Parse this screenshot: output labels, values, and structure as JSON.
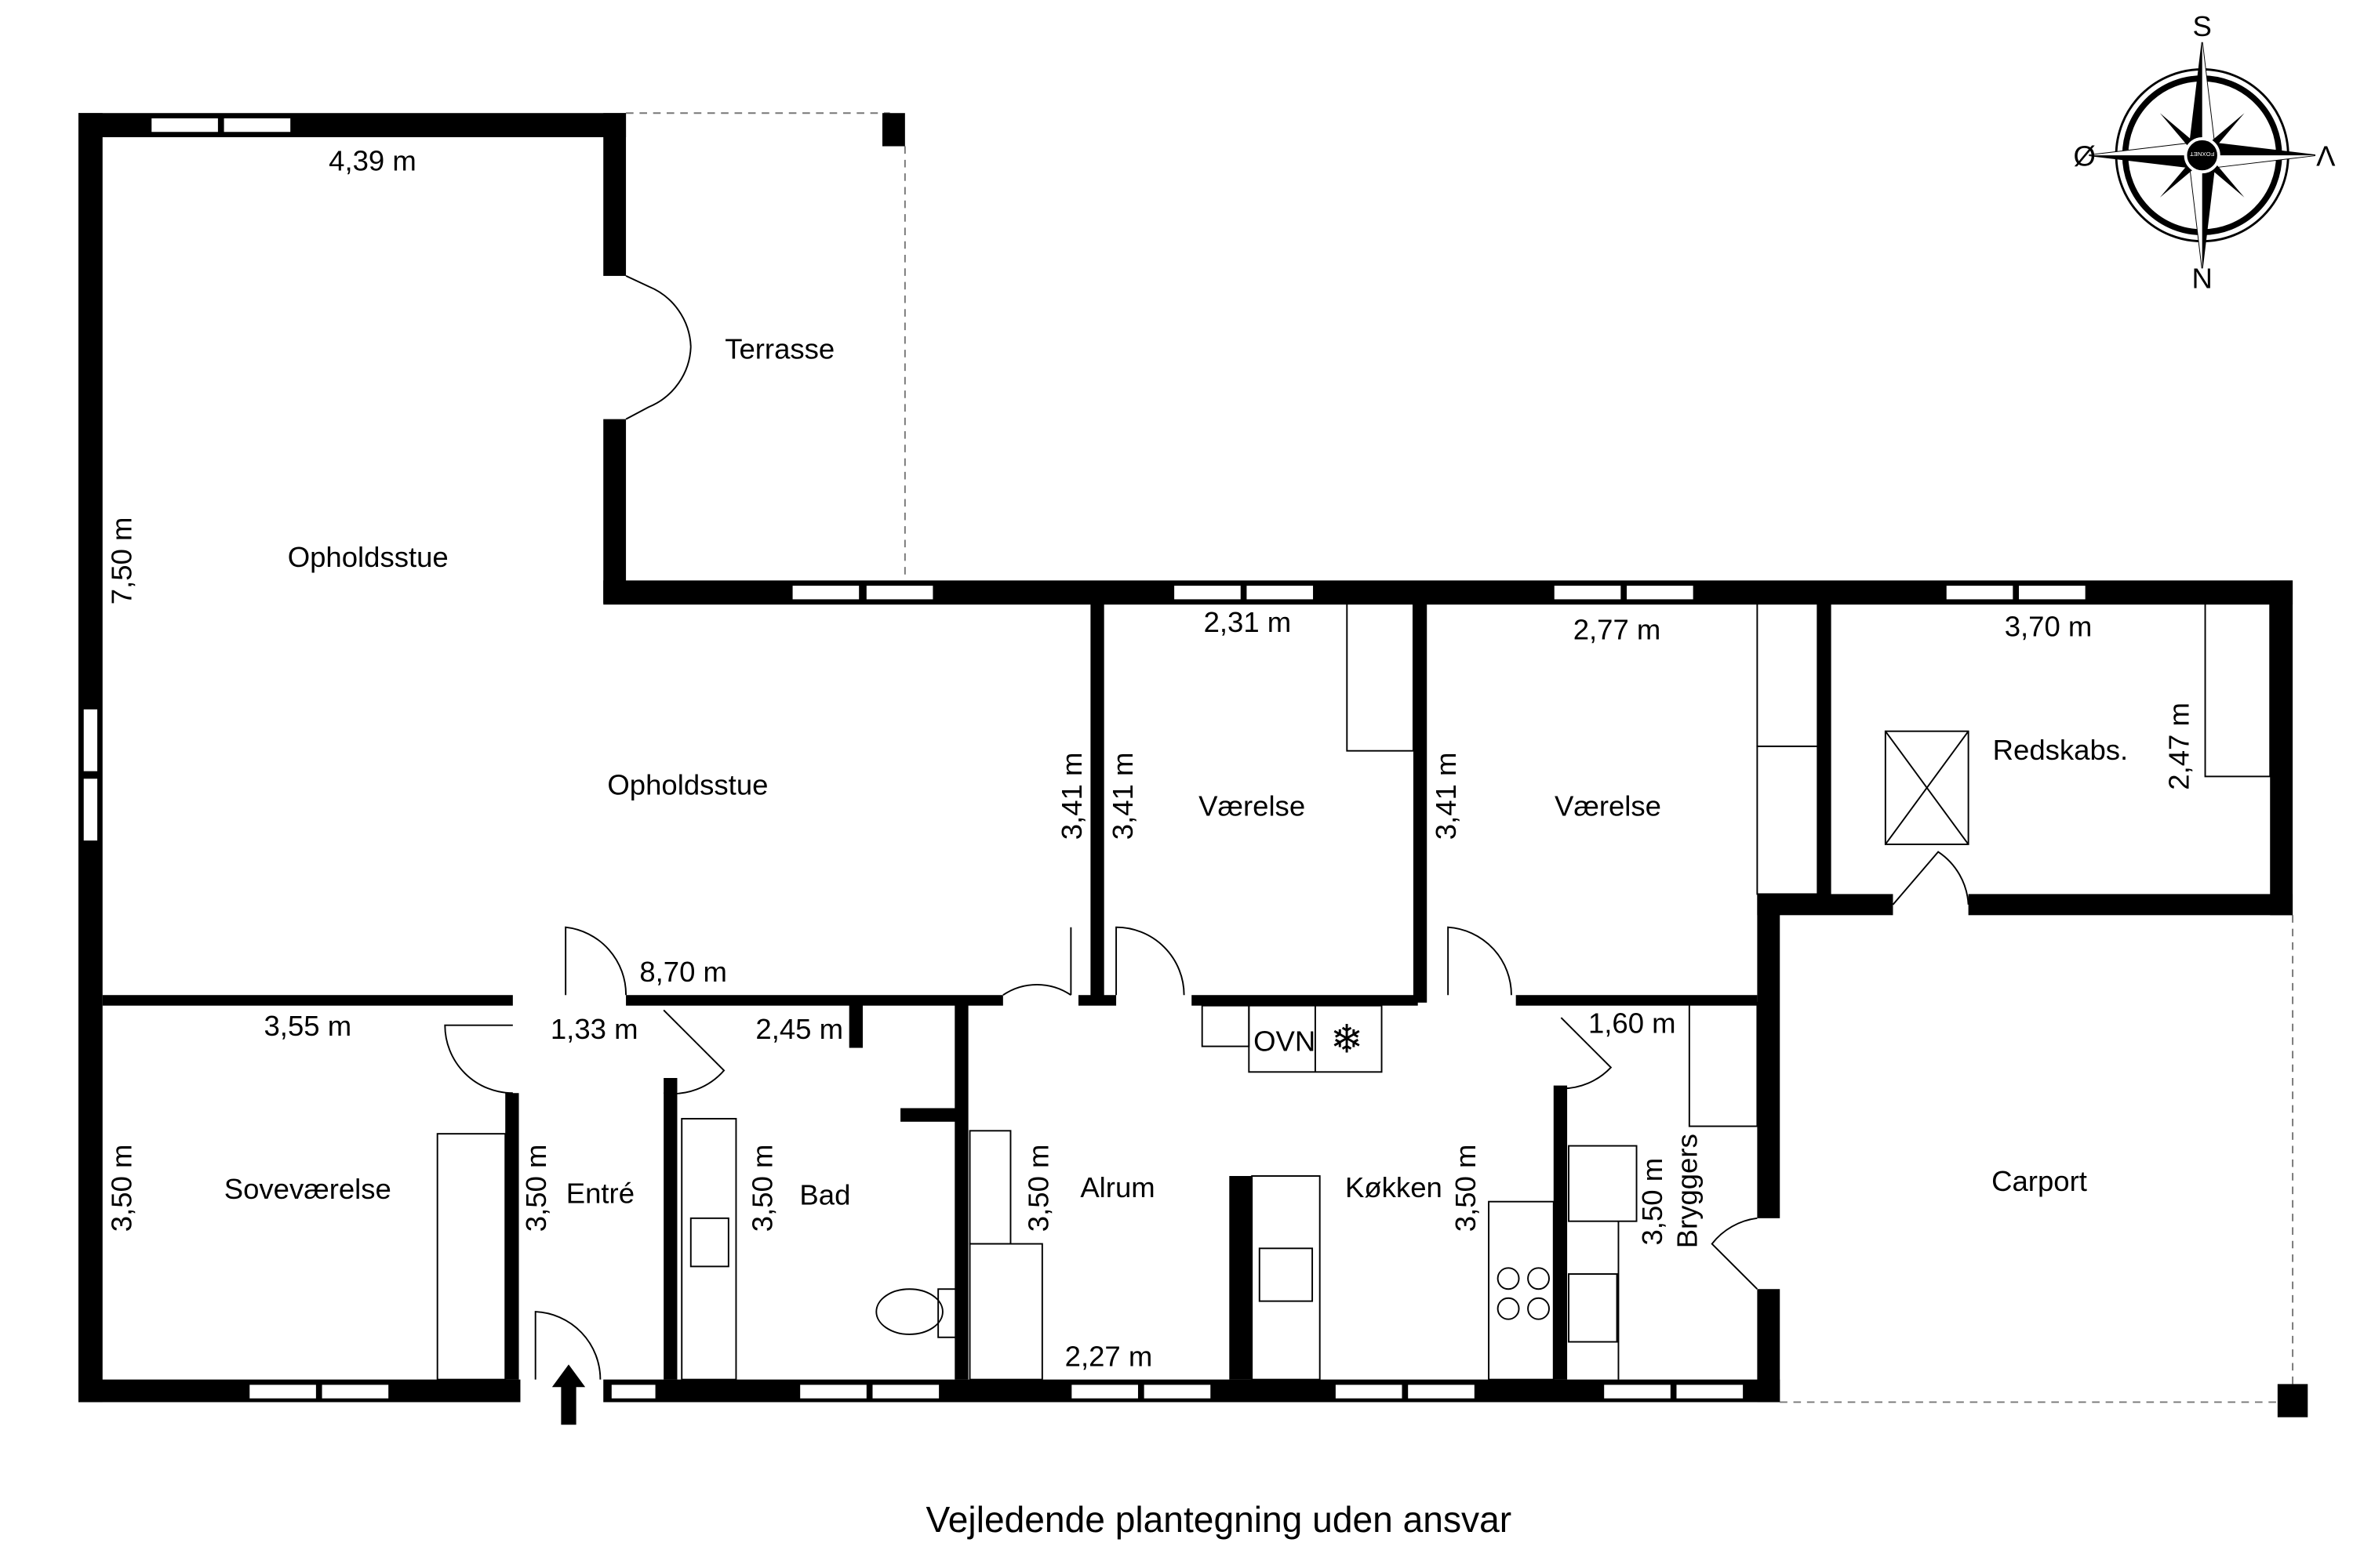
{
  "rooms": {
    "opholdsstue_1": "Opholdsstue",
    "opholdsstue_2": "Opholdsstue",
    "terrasse": "Terrasse",
    "vaerelse_1": "Værelse",
    "vaerelse_2": "Værelse",
    "redskabs": "Redskabs.",
    "sovevaerelse": "Soveværelse",
    "entre": "Entré",
    "bad": "Bad",
    "alrum": "Alrum",
    "koekken": "Køkken",
    "bryggers": "Bryggers",
    "carport": "Carport"
  },
  "dimensions": {
    "ophold_top": "4,39 m",
    "ophold_left": "7,50 m",
    "ophold_bottom": "8,70 m",
    "ophold_right": "3,41 m",
    "vaerelse1_top": "2,31 m",
    "vaerelse1_left": "3,41 m",
    "vaerelse2_top": "2,77 m",
    "vaerelse2_left": "3,41 m",
    "redskabs_top": "3,70 m",
    "redskabs_right": "2,47 m",
    "sove_top": "3,55 m",
    "sove_left": "3,50 m",
    "entre_top": "1,33 m",
    "entre_left": "3,50 m",
    "bad_top": "2,45 m",
    "bad_left": "3,50 m",
    "alrum_left": "3,50 m",
    "alrum_bottom": "2,27 m",
    "koekken_right": "3,50 m",
    "bryggers_top": "1,60 m",
    "bryggers_side": "3,50 m"
  },
  "appliances": {
    "oven": "OVN"
  },
  "compass": {
    "top": "S",
    "bottom": "N",
    "left": "Ø",
    "right": "V",
    "logo": "FOXNET"
  },
  "caption": "Vejledende plantegning uden ansvar"
}
